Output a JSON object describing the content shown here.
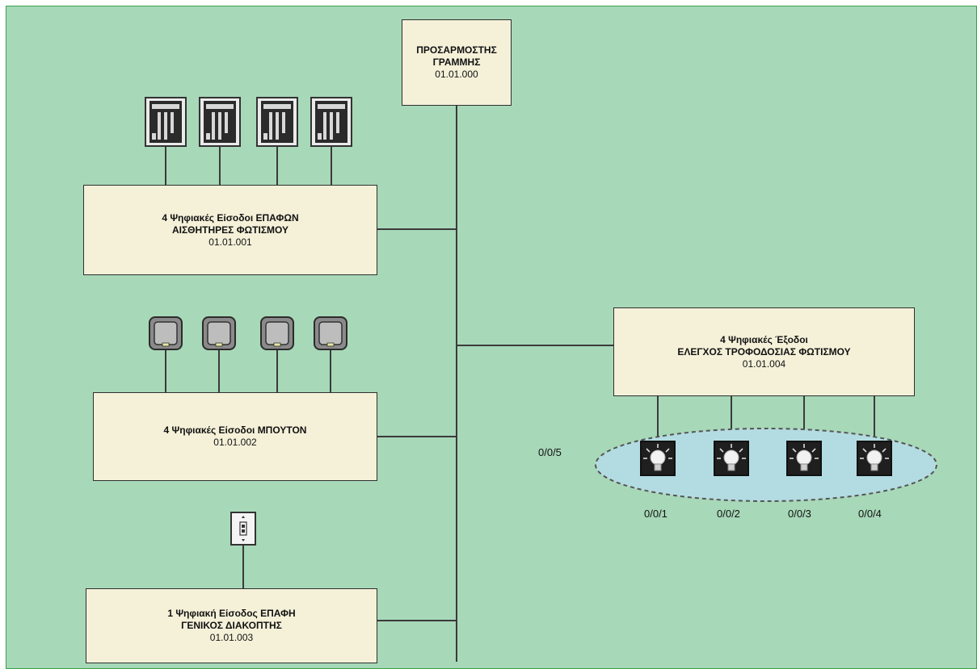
{
  "boxes": {
    "line_coupler": {
      "title1": "ΠΡΟΣΑΡΜΟΣΤΗΣ",
      "title2": "ΓΡΑΜΜΗΣ",
      "address": "01.01.000"
    },
    "contact_inputs": {
      "title1": "4 Ψηφιακές Είσοδοι ΕΠΑΦΩΝ",
      "title2": "ΑΙΣΘΗΤΗΡΕΣ ΦΩΤΙΣΜΟΥ",
      "address": "01.01.001"
    },
    "button_inputs": {
      "title1": "4 Ψηφιακές Είσοδοι ΜΠΟΥΤΟΝ",
      "address": "01.01.002"
    },
    "general_switch": {
      "title1": "1 Ψηφιακή Είσοδος ΕΠΑΦΗ",
      "title2": "ΓΕΝΙΚΟΣ ΔΙΑΚΟΠΤΗΣ",
      "address": "01.01.003"
    },
    "outputs": {
      "title1": "4 Ψηφιακές Έξοδοι",
      "title2": "ΕΛΕΓΧΟΣ ΤΡΟΦΟΔΟΣΙΑΣ ΦΩΤΙΣΜΟΥ",
      "address": "01.01.004"
    }
  },
  "group_address": "0/0/5",
  "lamp_addresses": [
    "0/0/1",
    "0/0/2",
    "0/0/3",
    "0/0/4"
  ],
  "icons": {
    "sensor": "light-sensor-icon",
    "button": "push-button-icon",
    "switch": "wall-switch-icon",
    "lamp": "light-bulb-icon"
  },
  "colors": {
    "background": "#a7d8b8",
    "border": "#3aa24b",
    "box_fill": "#f5f1d9",
    "ellipse_fill": "#b3dce2"
  }
}
